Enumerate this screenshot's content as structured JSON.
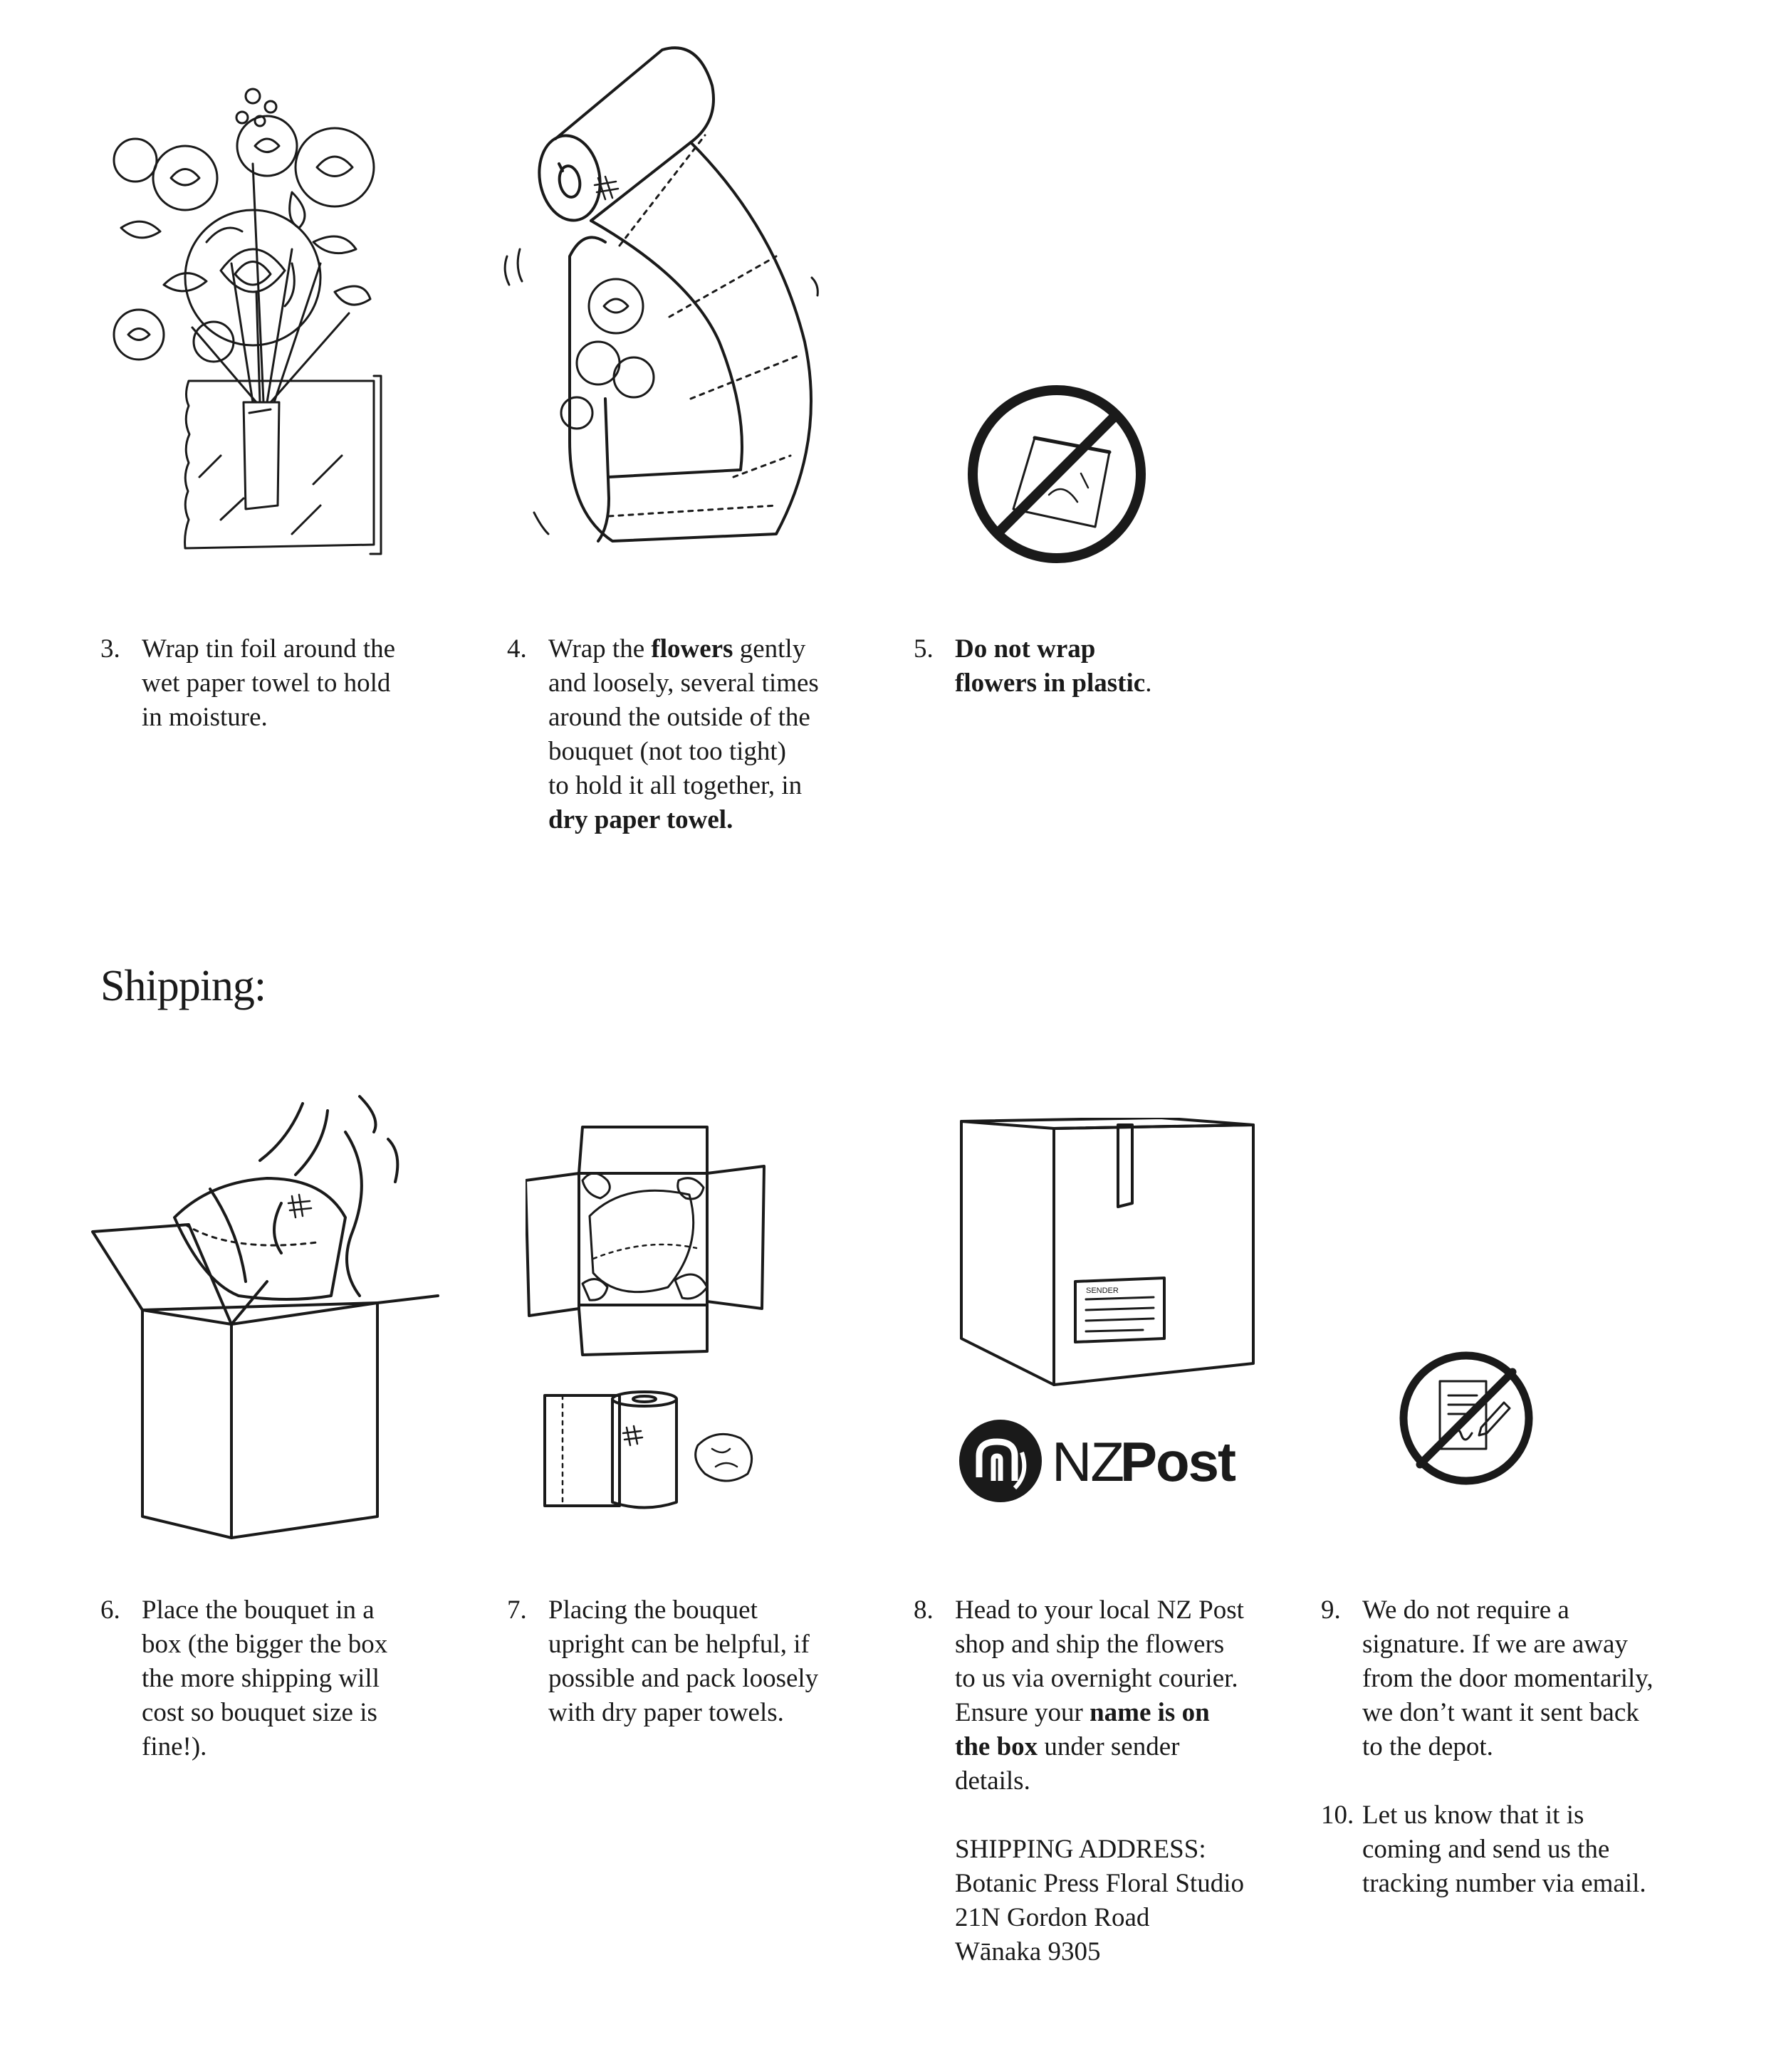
{
  "section_heading": "Shipping:",
  "steps": {
    "s3": {
      "num": "3.",
      "lines": [
        "Wrap tin foil around the",
        "wet paper towel to hold",
        "in moisture."
      ]
    },
    "s4": {
      "num": "4.",
      "l1_pre": "Wrap the ",
      "l1_bold": "flowers",
      "l1_post": " gently",
      "l2": "and loosely, several times",
      "l3": "around the outside of the",
      "l4": "bouquet (not too tight)",
      "l5": "to hold it all together, in",
      "l6_bold": "dry paper towel."
    },
    "s5": {
      "num": "5.",
      "l1_bold": "Do not wrap",
      "l2_bold": "flowers in plastic",
      "l2_post": "."
    },
    "s6": {
      "num": "6.",
      "lines": [
        "Place the bouquet in a",
        "box (the bigger the box",
        "the more shipping will",
        "cost so bouquet size is",
        "fine!)."
      ]
    },
    "s7": {
      "num": "7.",
      "lines": [
        "Placing the bouquet",
        "upright can be helpful, if",
        "possible and pack loosely",
        "with dry paper towels."
      ]
    },
    "s8": {
      "num": "8.",
      "l1": "Head to your local NZ Post",
      "l2": "shop and ship the flowers",
      "l3": "to us via overnight courier.",
      "l4_pre": "Ensure your ",
      "l4_bold": "name is on",
      "l5_bold": "the box",
      "l5_post": " under sender",
      "l6": "details.",
      "address": [
        "SHIPPING ADDRESS:",
        "Botanic Press Floral Studio",
        "21N Gordon Road",
        "Wānaka 9305"
      ]
    },
    "s9": {
      "num": "9.",
      "lines": [
        "We do not require a",
        "signature. If we are away",
        "from the door momentarily,",
        "we don’t want it sent back",
        "to the depot."
      ]
    },
    "s10": {
      "num": "10.",
      "lines": [
        "Let us know that it is",
        "coming and send us the",
        "tracking number via email."
      ]
    }
  },
  "logo": {
    "nz": "NZ",
    "post": "Post"
  },
  "label_sender": "SENDER",
  "icons": {
    "bouquet": "bouquet-on-paper-towel-illustration",
    "wrapping": "paper-towel-wrapping-illustration",
    "no_plastic": "no-plastic-bag-icon",
    "box_packing": "bouquet-into-box-illustration",
    "packed_box": "packed-open-box-illustration",
    "paper_roll": "paper-towel-roll-illustration",
    "shipping_box": "sealed-shipping-box-illustration",
    "no_signature": "no-signature-icon",
    "nzpost_logo": "nz-post-logo"
  },
  "colors": {
    "ink": "#1a1a1a",
    "background": "#ffffff"
  }
}
